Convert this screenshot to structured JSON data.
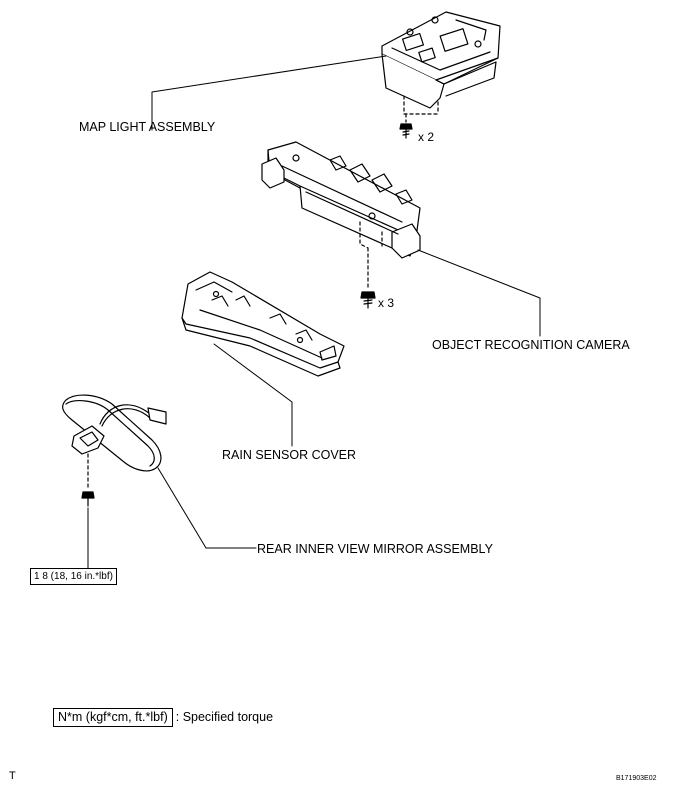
{
  "labels": {
    "map_light": "MAP LIGHT ASSEMBLY",
    "object_camera": "OBJECT RECOGNITION CAMERA",
    "rain_sensor": "RAIN SENSOR COVER",
    "mirror": "REAR INNER VIEW MIRROR ASSEMBLY"
  },
  "quantities": {
    "map_light_screws": "x 2",
    "camera_screws": "x 3"
  },
  "torque": {
    "value": "1 8 (18, 16 in.*lbf)"
  },
  "legend": {
    "units": "N*m (kgf*cm, ft.*lbf)",
    "description": ": Specified torque"
  },
  "corner_mark": "T",
  "figure_code": "B171903E02"
}
